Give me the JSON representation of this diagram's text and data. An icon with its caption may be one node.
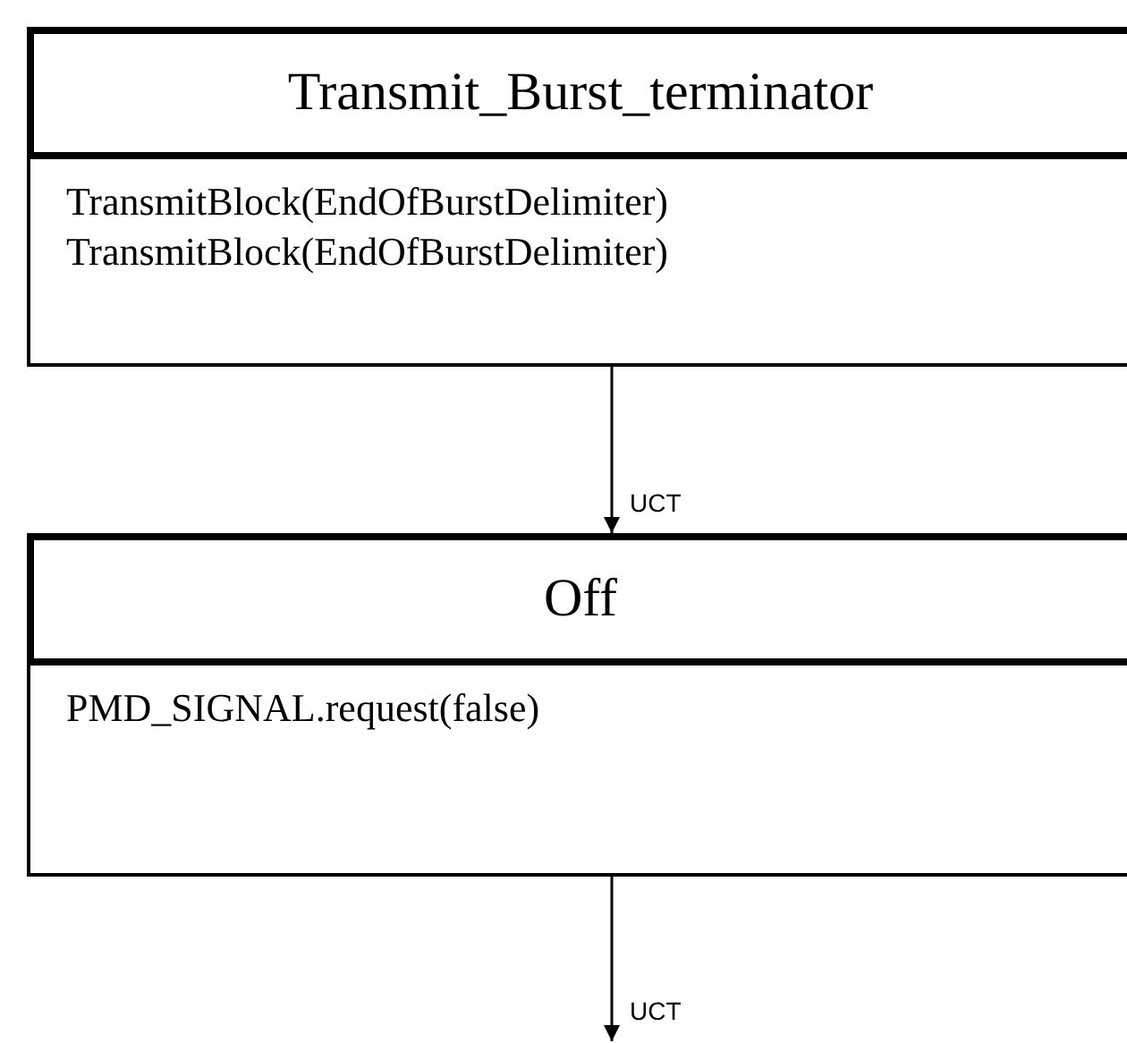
{
  "diagram": {
    "nodes": [
      {
        "text": [
          "Transmit_Burst_terminator",
          "TransmitBlock(EndOfBurstDelimiter)",
          "TransmitBlock(EndOfBurstDelimiter)"
        ]
      },
      {
        "text": [
          "Off",
          "PMD_SIGNAL.request(false)"
        ]
      }
    ],
    "edges": [
      {
        "from": 0,
        "to": 1,
        "arrow": "to",
        "label": "UCT"
      },
      {
        "from": 1,
        "to": null,
        "arrow": "to",
        "label": "UCT"
      }
    ]
  }
}
